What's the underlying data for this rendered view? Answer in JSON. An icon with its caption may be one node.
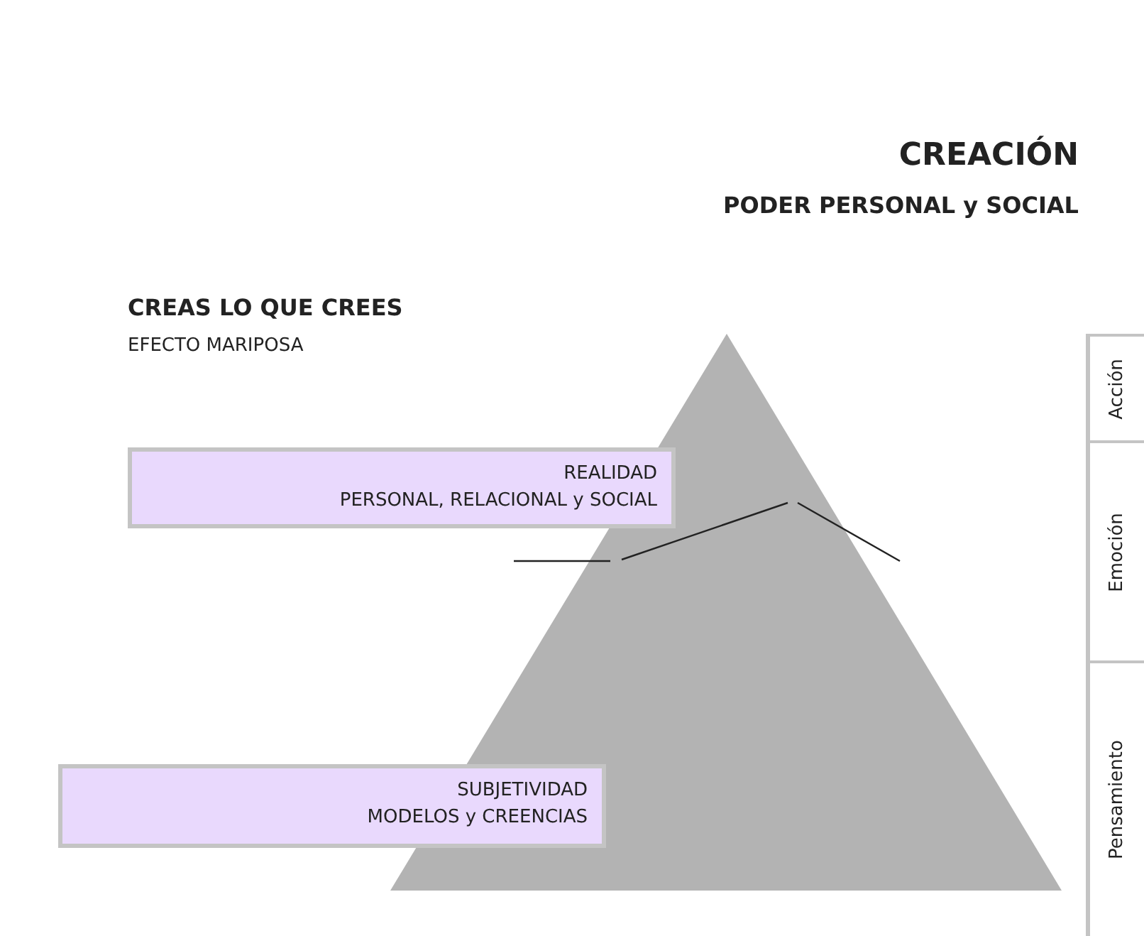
{
  "diagram": {
    "title": "CREACIÓN",
    "nodes": [
      {
        "text": [
          "REALIDAD",
          "PERSONAL, RELACIONAL y SOCIAL"
        ]
      },
      {
        "text": [
          "SUBJETIVIDAD",
          "MODELOS y CREENCIAS"
        ]
      },
      {
        "text": [
          "Acción"
        ]
      },
      {
        "text": [
          "Emoción"
        ]
      },
      {
        "text": [
          "Pensamiento"
        ]
      }
    ],
    "labels": [
      "PODER PERSONAL y SOCIAL",
      "CREAS LO QUE CREES",
      "EFECTO MARIPOSA"
    ]
  }
}
